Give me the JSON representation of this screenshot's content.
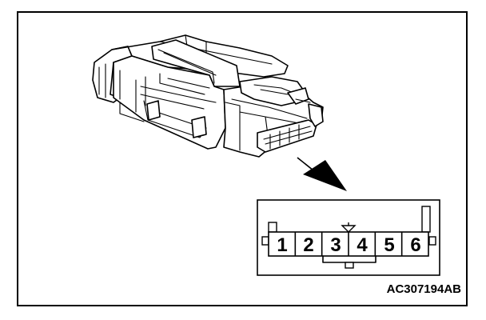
{
  "figure_code": "AC307194AB",
  "terminal_numbers": [
    "1",
    "2",
    "3",
    "4",
    "5",
    "6"
  ]
}
